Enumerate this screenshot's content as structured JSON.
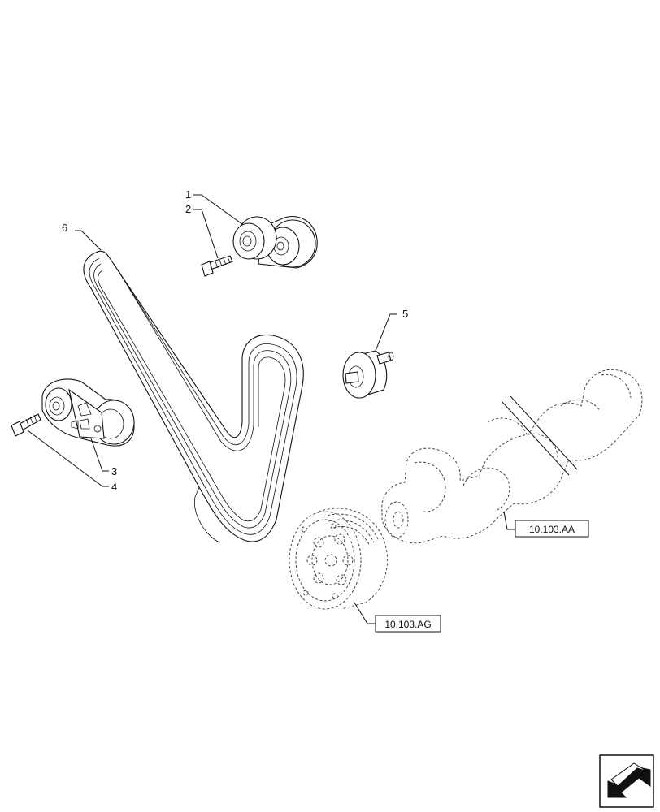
{
  "callouts": [
    {
      "id": "1",
      "text": "1"
    },
    {
      "id": "2",
      "text": "2"
    },
    {
      "id": "3",
      "text": "3"
    },
    {
      "id": "4",
      "text": "4"
    },
    {
      "id": "5",
      "text": "5"
    },
    {
      "id": "6",
      "text": "6"
    }
  ],
  "references": {
    "crankshaft": "10.103.AA",
    "damper_pulley": "10.103.AG"
  },
  "nav_icon": "arrow-icon"
}
